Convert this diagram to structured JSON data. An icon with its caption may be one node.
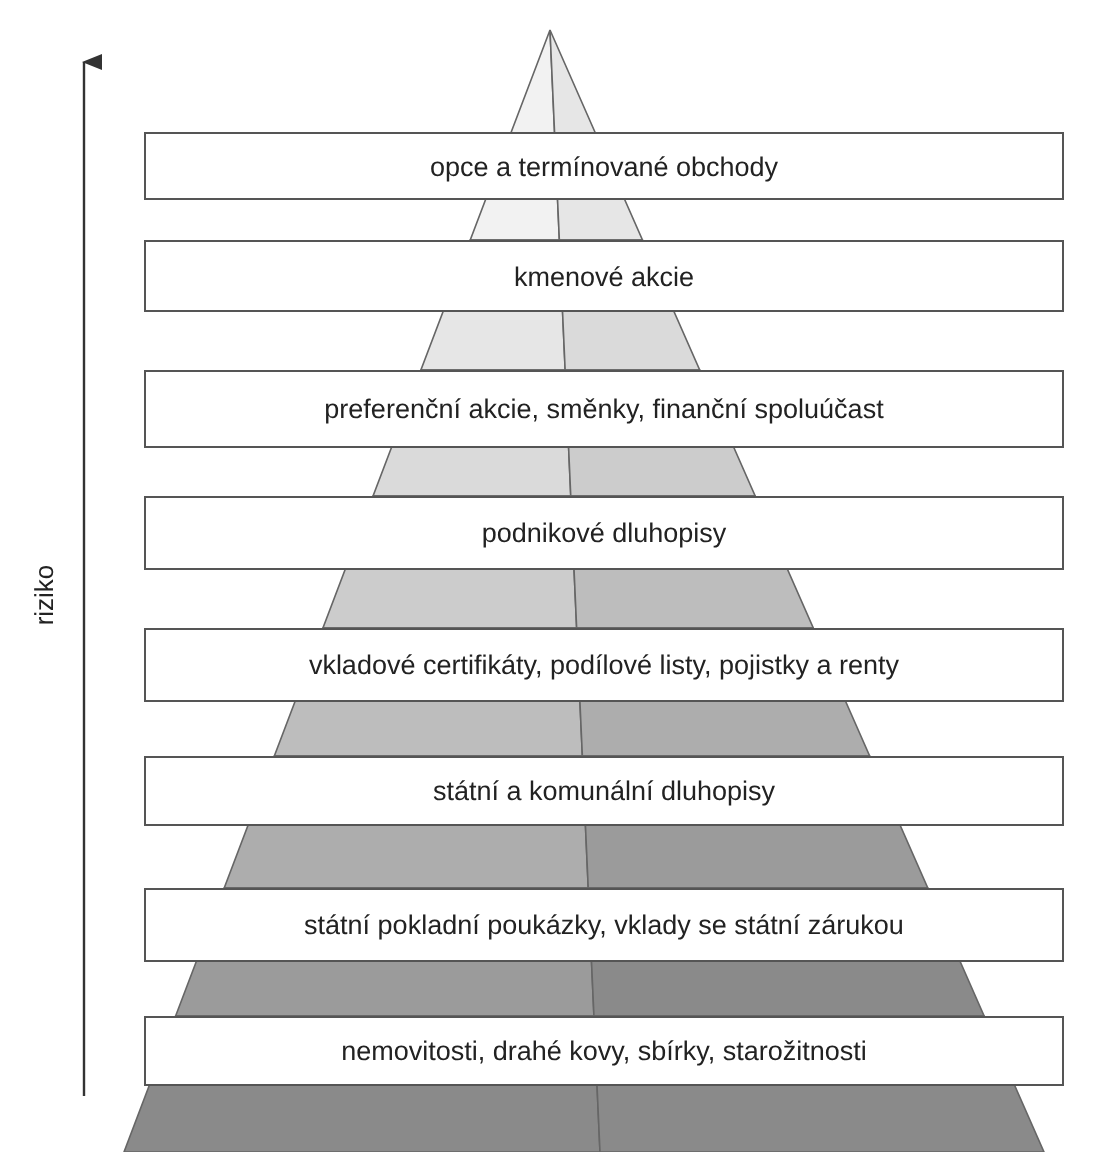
{
  "diagram": {
    "nodes": [
      {
        "text": [
          "opce a termínované obchody"
        ]
      },
      {
        "text": [
          "kmenové akcie"
        ]
      },
      {
        "text": [
          "preferenční akcie, směnky, finanční spoluúčast"
        ]
      },
      {
        "text": [
          "podnikové dluhopisy"
        ]
      },
      {
        "text": [
          "vkladové certifikáty, podílové listy, pojistky a renty"
        ]
      },
      {
        "text": [
          "státní a komunální dluhopisy"
        ]
      },
      {
        "text": [
          "státní pokladní poukázky, vklady se státní zárukou"
        ]
      },
      {
        "text": [
          "nemovitosti, drahé kovy, sbírky, starožitnosti"
        ]
      }
    ],
    "labels": [
      "riziko"
    ]
  }
}
